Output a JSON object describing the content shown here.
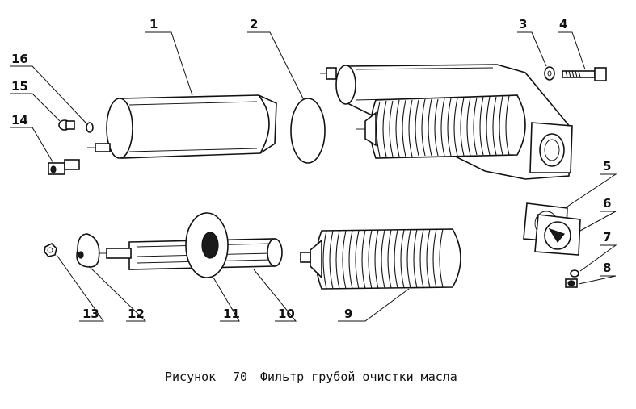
{
  "callouts": [
    {
      "id": "1",
      "text": "1"
    },
    {
      "id": "2",
      "text": "2"
    },
    {
      "id": "3",
      "text": "3"
    },
    {
      "id": "4",
      "text": "4"
    },
    {
      "id": "5",
      "text": "5"
    },
    {
      "id": "6",
      "text": "6"
    },
    {
      "id": "7",
      "text": "7"
    },
    {
      "id": "8",
      "text": "8"
    },
    {
      "id": "9",
      "text": "9"
    },
    {
      "id": "10",
      "text": "10"
    },
    {
      "id": "11",
      "text": "11"
    },
    {
      "id": "12",
      "text": "12"
    },
    {
      "id": "13",
      "text": "13"
    },
    {
      "id": "14",
      "text": "14"
    },
    {
      "id": "15",
      "text": "15"
    },
    {
      "id": "16",
      "text": "16"
    }
  ],
  "caption": {
    "prefix": "Рисунок",
    "number": "70",
    "title": "Фильтр грубой очистки масла"
  }
}
